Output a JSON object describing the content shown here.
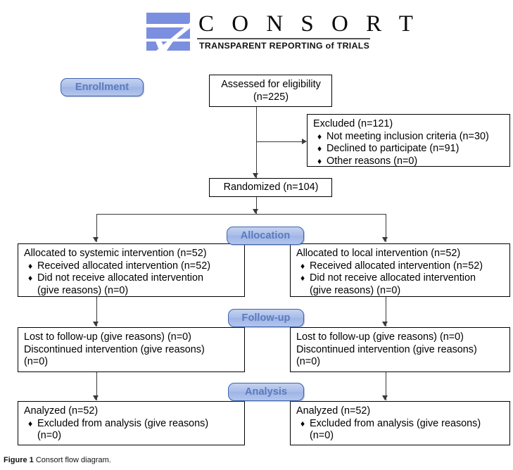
{
  "logo": {
    "mark_name": "consort-logo-mark",
    "wordmark": "C O N S O R T",
    "tagline": "TRANSPARENT REPORTING of TRIALS",
    "mark_color": "#7b8fe0"
  },
  "stages": {
    "enrollment": "Enrollment",
    "allocation": "Allocation",
    "followup": "Follow-up",
    "analysis": "Analysis"
  },
  "boxes": {
    "assessed": {
      "line1": "Assessed for eligibility",
      "line2": "(n=225)"
    },
    "excluded": {
      "title": "Excluded (n=121)",
      "items": [
        "Not meeting inclusion criteria (n=30)",
        "Declined to participate (n=91)",
        "Other reasons (n=0)"
      ]
    },
    "randomized": {
      "line1": "Randomized (n=104)"
    },
    "alloc_left": {
      "title": "Allocated to systemic intervention (n=52)",
      "items": [
        "Received allocated intervention (n=52)",
        "Did not receive allocated intervention"
      ],
      "cont": "(give reasons) (n=0)"
    },
    "alloc_right": {
      "title": "Allocated to local intervention (n=52)",
      "items": [
        "Received allocated intervention (n=52)",
        "Did not receive allocated intervention"
      ],
      "cont": "(give reasons) (n=0)"
    },
    "follow_left": {
      "line1": "Lost to follow-up (give reasons) (n=0)",
      "line2": "Discontinued intervention (give reasons)",
      "line3": "(n=0)"
    },
    "follow_right": {
      "line1": "Lost to follow-up (give reasons) (n=0)",
      "line2": "Discontinued intervention (give reasons)",
      "line3": "(n=0)"
    },
    "analysis_left": {
      "title": "Analyzed (n=52)",
      "items": [
        "Excluded from analysis (give reasons)"
      ],
      "cont": "(n=0)"
    },
    "analysis_right": {
      "title": "Analyzed (n=52)",
      "items": [
        "Excluded from analysis (give reasons)"
      ],
      "cont": "(n=0)"
    }
  },
  "bullet_glyph": "♦",
  "caption": {
    "label": "Figure 1",
    "text": "Consort flow diagram."
  }
}
